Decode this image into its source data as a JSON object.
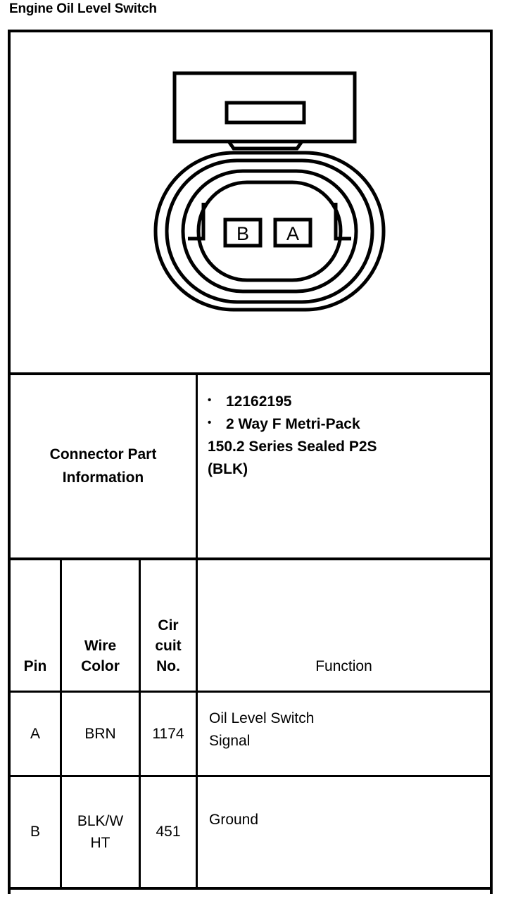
{
  "title": "Engine Oil Level Switch",
  "connector_diagram": {
    "type": "2-way-female-connector-face-view",
    "terminal_labels": [
      "B",
      "A"
    ],
    "left_terminal": "B",
    "right_terminal": "A",
    "description": "Front view of a sealed 2-way female Metri-Pack connector with latch block above and four nested oval body outlines"
  },
  "connector_part_information": {
    "label": "Connector Part Information",
    "bullets": [
      "12162195",
      "2 Way F Metri-Pack"
    ],
    "continuation_line_1": "150.2 Series Sealed P2S",
    "continuation_line_2": "(BLK)",
    "bullet_glyph": "•"
  },
  "pin_table": {
    "headers": {
      "pin": "Pin",
      "wire_color_line1": "Wire",
      "wire_color_line2": "Color",
      "circuit_line1": "Cir",
      "circuit_line2": "cuit",
      "circuit_line3": "No.",
      "function": "Function"
    },
    "rows": [
      {
        "pin": "A",
        "wire_color": "BRN",
        "circuit_no": "1174",
        "function_line1": "Oil Level Switch",
        "function_line2": "Signal"
      },
      {
        "pin": "B",
        "wire_color_line1": "BLK/W",
        "wire_color_line2": "HT",
        "circuit_no": "451",
        "function_line1": "Ground",
        "function_line2": ""
      }
    ]
  },
  "colors": {
    "ink": "#000000",
    "paper": "#ffffff"
  }
}
